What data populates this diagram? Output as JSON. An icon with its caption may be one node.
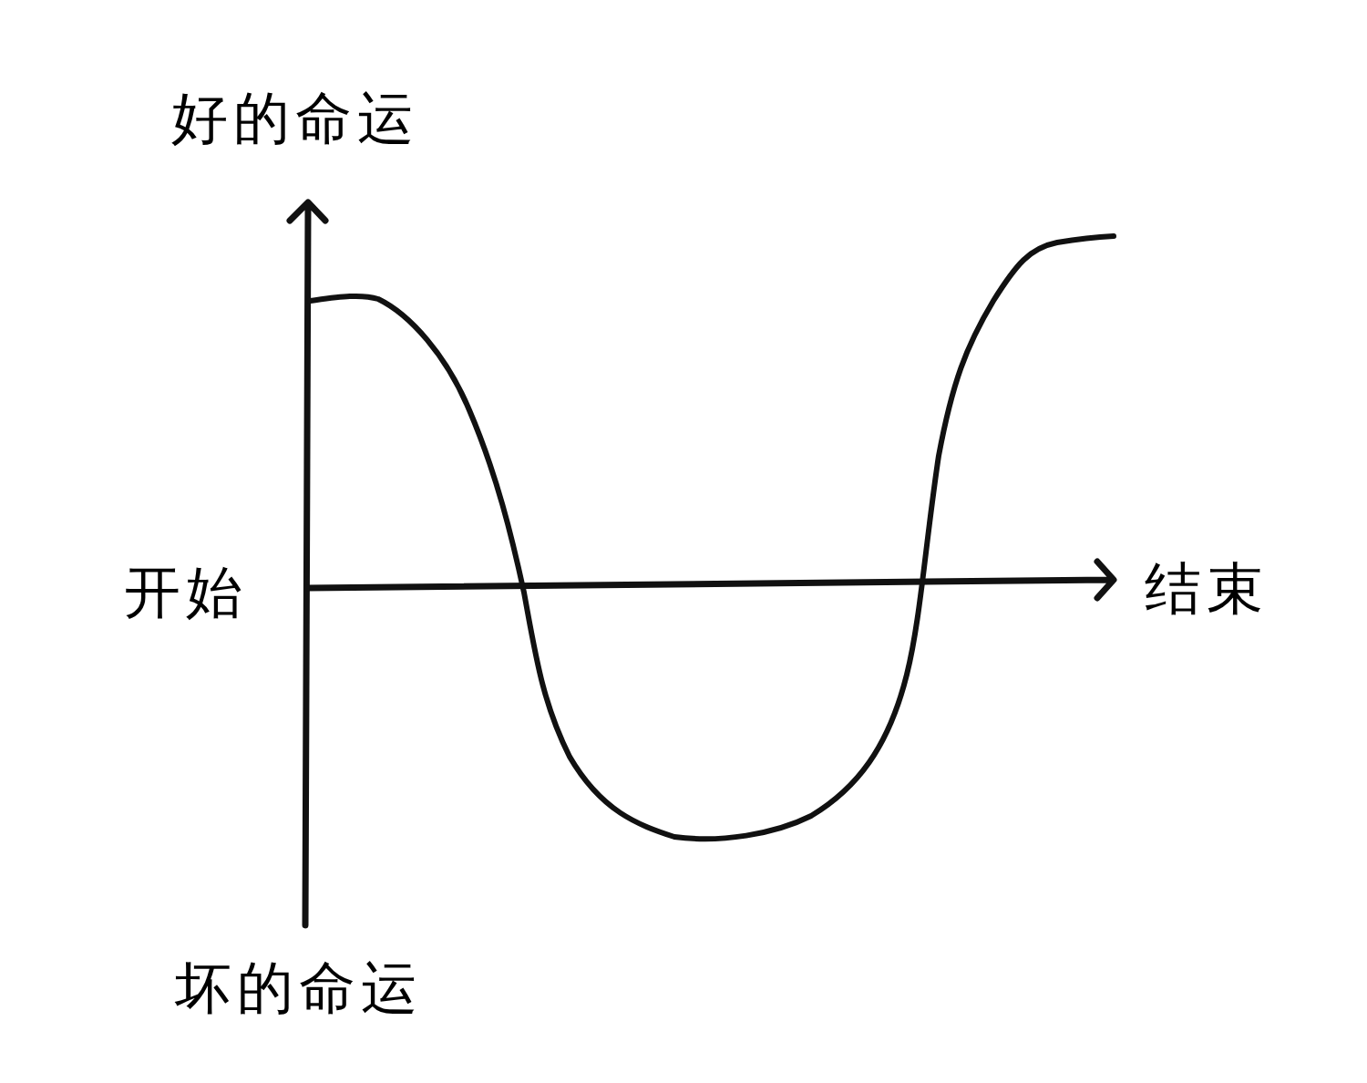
{
  "diagram": {
    "labels": [
      "好的命运",
      "开始",
      "结束",
      "坏的命运"
    ]
  }
}
